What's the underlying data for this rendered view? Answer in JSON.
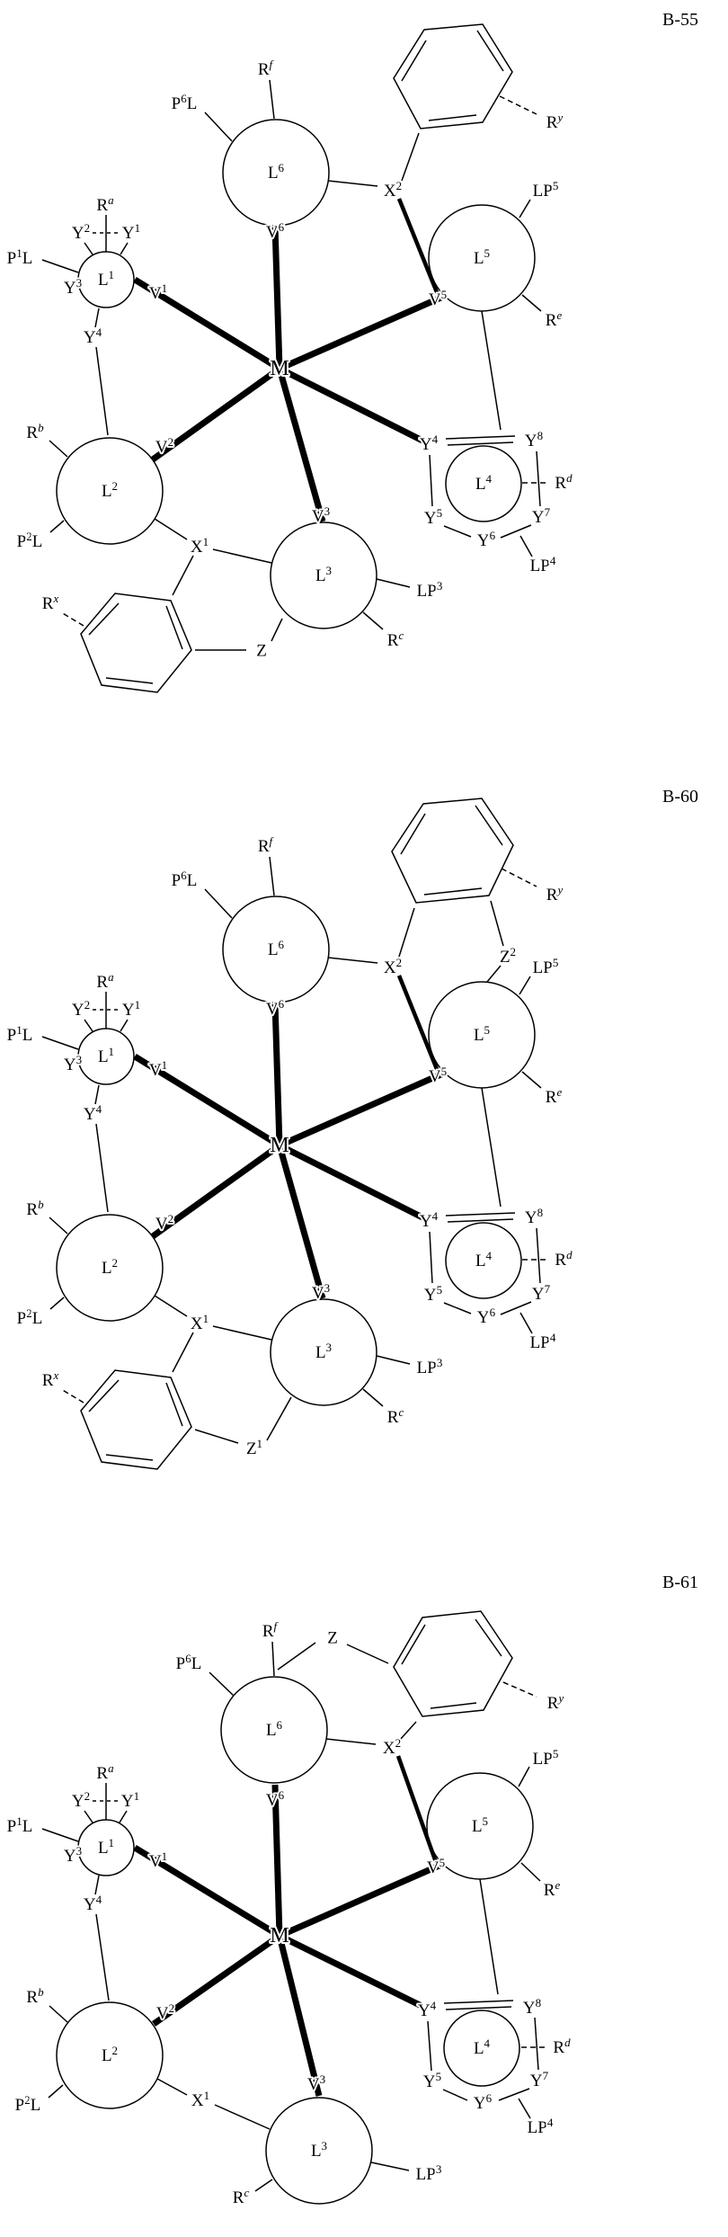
{
  "diagrams": [
    {
      "id": "B-55",
      "title": "B-55",
      "labels": {
        "m": {
          "t1": "M",
          "s": "",
          "t2": ""
        },
        "l1": {
          "t1": "L",
          "s": "1",
          "t2": ""
        },
        "l2": {
          "t1": "L",
          "s": "2",
          "t2": ""
        },
        "l3": {
          "t1": "L",
          "s": "3",
          "t2": ""
        },
        "l4": {
          "t1": "L",
          "s": "4",
          "t2": ""
        },
        "l5": {
          "t1": "L",
          "s": "5",
          "t2": ""
        },
        "l6": {
          "t1": "L",
          "s": "6",
          "t2": ""
        },
        "v1": {
          "t1": "V",
          "s": "1",
          "t2": ""
        },
        "v2": {
          "t1": "V",
          "s": "2",
          "t2": ""
        },
        "v3": {
          "t1": "V",
          "s": "3",
          "t2": ""
        },
        "v5": {
          "t1": "V",
          "s": "5",
          "t2": ""
        },
        "v6": {
          "t1": "V",
          "s": "6",
          "t2": ""
        },
        "x1": {
          "t1": "X",
          "s": "1",
          "t2": ""
        },
        "x2": {
          "t1": "X",
          "s": "2",
          "t2": ""
        },
        "y1": {
          "t1": "Y",
          "s": "1",
          "t2": ""
        },
        "y2": {
          "t1": "Y",
          "s": "2",
          "t2": ""
        },
        "y3": {
          "t1": "Y",
          "s": "3",
          "t2": ""
        },
        "y4": {
          "t1": "Y",
          "s": "4",
          "t2": ""
        },
        "y5": {
          "t1": "Y",
          "s": "5",
          "t2": ""
        },
        "y6": {
          "t1": "Y",
          "s": "6",
          "t2": ""
        },
        "y7": {
          "t1": "Y",
          "s": "7",
          "t2": ""
        },
        "y8": {
          "t1": "Y",
          "s": "8",
          "t2": ""
        },
        "ra": {
          "t1": "R",
          "s": "a",
          "t2": ""
        },
        "rb": {
          "t1": "R",
          "s": "b",
          "t2": ""
        },
        "rc": {
          "t1": "R",
          "s": "c",
          "t2": ""
        },
        "rd": {
          "t1": "R",
          "s": "d",
          "t2": ""
        },
        "re": {
          "t1": "R",
          "s": "e",
          "t2": ""
        },
        "rf": {
          "t1": "R",
          "s": "f",
          "t2": ""
        },
        "rx": {
          "t1": "R",
          "s": "x",
          "t2": ""
        },
        "ry": {
          "t1": "R",
          "s": "y",
          "t2": ""
        },
        "p1l": {
          "t1": "P",
          "s": "1",
          "t2": "L"
        },
        "p2l": {
          "t1": "P",
          "s": "2",
          "t2": "L"
        },
        "p6l": {
          "t1": "P",
          "s": "6",
          "t2": "L"
        },
        "lp3": {
          "t1": "LP",
          "s": "3",
          "t2": ""
        },
        "lp4": {
          "t1": "LP",
          "s": "4",
          "t2": ""
        },
        "lp5": {
          "t1": "LP",
          "s": "5",
          "t2": ""
        },
        "z": {
          "t1": "Z",
          "s": "",
          "t2": ""
        }
      }
    },
    {
      "id": "B-60",
      "title": "B-60",
      "labels": {
        "m": {
          "t1": "M",
          "s": "",
          "t2": ""
        },
        "l1": {
          "t1": "L",
          "s": "1",
          "t2": ""
        },
        "l2": {
          "t1": "L",
          "s": "2",
          "t2": ""
        },
        "l3": {
          "t1": "L",
          "s": "3",
          "t2": ""
        },
        "l4": {
          "t1": "L",
          "s": "4",
          "t2": ""
        },
        "l5": {
          "t1": "L",
          "s": "5",
          "t2": ""
        },
        "l6": {
          "t1": "L",
          "s": "6",
          "t2": ""
        },
        "v1": {
          "t1": "V",
          "s": "1",
          "t2": ""
        },
        "v2": {
          "t1": "V",
          "s": "2",
          "t2": ""
        },
        "v3": {
          "t1": "V",
          "s": "3",
          "t2": ""
        },
        "v5": {
          "t1": "V",
          "s": "5",
          "t2": ""
        },
        "v6": {
          "t1": "V",
          "s": "6",
          "t2": ""
        },
        "x1": {
          "t1": "X",
          "s": "1",
          "t2": ""
        },
        "x2": {
          "t1": "X",
          "s": "2",
          "t2": ""
        },
        "y1": {
          "t1": "Y",
          "s": "1",
          "t2": ""
        },
        "y2": {
          "t1": "Y",
          "s": "2",
          "t2": ""
        },
        "y3": {
          "t1": "Y",
          "s": "3",
          "t2": ""
        },
        "y4": {
          "t1": "Y",
          "s": "4",
          "t2": ""
        },
        "y5": {
          "t1": "Y",
          "s": "5",
          "t2": ""
        },
        "y6": {
          "t1": "Y",
          "s": "6",
          "t2": ""
        },
        "y7": {
          "t1": "Y",
          "s": "7",
          "t2": ""
        },
        "y8": {
          "t1": "Y",
          "s": "8",
          "t2": ""
        },
        "ra": {
          "t1": "R",
          "s": "a",
          "t2": ""
        },
        "rb": {
          "t1": "R",
          "s": "b",
          "t2": ""
        },
        "rc": {
          "t1": "R",
          "s": "c",
          "t2": ""
        },
        "rd": {
          "t1": "R",
          "s": "d",
          "t2": ""
        },
        "re": {
          "t1": "R",
          "s": "e",
          "t2": ""
        },
        "rf": {
          "t1": "R",
          "s": "f",
          "t2": ""
        },
        "rx": {
          "t1": "R",
          "s": "x",
          "t2": ""
        },
        "ry": {
          "t1": "R",
          "s": "y",
          "t2": ""
        },
        "p1l": {
          "t1": "P",
          "s": "1",
          "t2": "L"
        },
        "p2l": {
          "t1": "P",
          "s": "2",
          "t2": "L"
        },
        "p6l": {
          "t1": "P",
          "s": "6",
          "t2": "L"
        },
        "lp3": {
          "t1": "LP",
          "s": "3",
          "t2": ""
        },
        "lp4": {
          "t1": "LP",
          "s": "4",
          "t2": ""
        },
        "lp5": {
          "t1": "LP",
          "s": "5",
          "t2": ""
        },
        "z1": {
          "t1": "Z",
          "s": "1",
          "t2": ""
        },
        "z2": {
          "t1": "Z",
          "s": "2",
          "t2": ""
        }
      }
    },
    {
      "id": "B-61",
      "title": "B-61",
      "labels": {
        "m": {
          "t1": "M",
          "s": "",
          "t2": ""
        },
        "l1": {
          "t1": "L",
          "s": "1",
          "t2": ""
        },
        "l2": {
          "t1": "L",
          "s": "2",
          "t2": ""
        },
        "l3": {
          "t1": "L",
          "s": "3",
          "t2": ""
        },
        "l4": {
          "t1": "L",
          "s": "4",
          "t2": ""
        },
        "l5": {
          "t1": "L",
          "s": "5",
          "t2": ""
        },
        "l6": {
          "t1": "L",
          "s": "6",
          "t2": ""
        },
        "v1": {
          "t1": "V",
          "s": "1",
          "t2": ""
        },
        "v2": {
          "t1": "V",
          "s": "2",
          "t2": ""
        },
        "v3": {
          "t1": "V",
          "s": "3",
          "t2": ""
        },
        "v5": {
          "t1": "V",
          "s": "5",
          "t2": ""
        },
        "v6": {
          "t1": "V",
          "s": "6",
          "t2": ""
        },
        "x1": {
          "t1": "X",
          "s": "1",
          "t2": ""
        },
        "x2": {
          "t1": "X",
          "s": "2",
          "t2": ""
        },
        "y1": {
          "t1": "Y",
          "s": "1",
          "t2": ""
        },
        "y2": {
          "t1": "Y",
          "s": "2",
          "t2": ""
        },
        "y3": {
          "t1": "Y",
          "s": "3",
          "t2": ""
        },
        "y4": {
          "t1": "Y",
          "s": "4",
          "t2": ""
        },
        "y5": {
          "t1": "Y",
          "s": "5",
          "t2": ""
        },
        "y6": {
          "t1": "Y",
          "s": "6",
          "t2": ""
        },
        "y7": {
          "t1": "Y",
          "s": "7",
          "t2": ""
        },
        "y8": {
          "t1": "Y",
          "s": "8",
          "t2": ""
        },
        "ra": {
          "t1": "R",
          "s": "a",
          "t2": ""
        },
        "rb": {
          "t1": "R",
          "s": "b",
          "t2": ""
        },
        "rc": {
          "t1": "R",
          "s": "c",
          "t2": ""
        },
        "rd": {
          "t1": "R",
          "s": "d",
          "t2": ""
        },
        "re": {
          "t1": "R",
          "s": "e",
          "t2": ""
        },
        "rf": {
          "t1": "R",
          "s": "f",
          "t2": ""
        },
        "ry": {
          "t1": "R",
          "s": "y",
          "t2": ""
        },
        "p1l": {
          "t1": "P",
          "s": "1",
          "t2": "L"
        },
        "p2l": {
          "t1": "P",
          "s": "2",
          "t2": "L"
        },
        "p6l": {
          "t1": "P",
          "s": "6",
          "t2": "L"
        },
        "lp3": {
          "t1": "LP",
          "s": "3",
          "t2": ""
        },
        "lp4": {
          "t1": "LP",
          "s": "4",
          "t2": ""
        },
        "lp5": {
          "t1": "LP",
          "s": "5",
          "t2": ""
        },
        "z": {
          "t1": "Z",
          "s": "",
          "t2": ""
        }
      }
    }
  ]
}
